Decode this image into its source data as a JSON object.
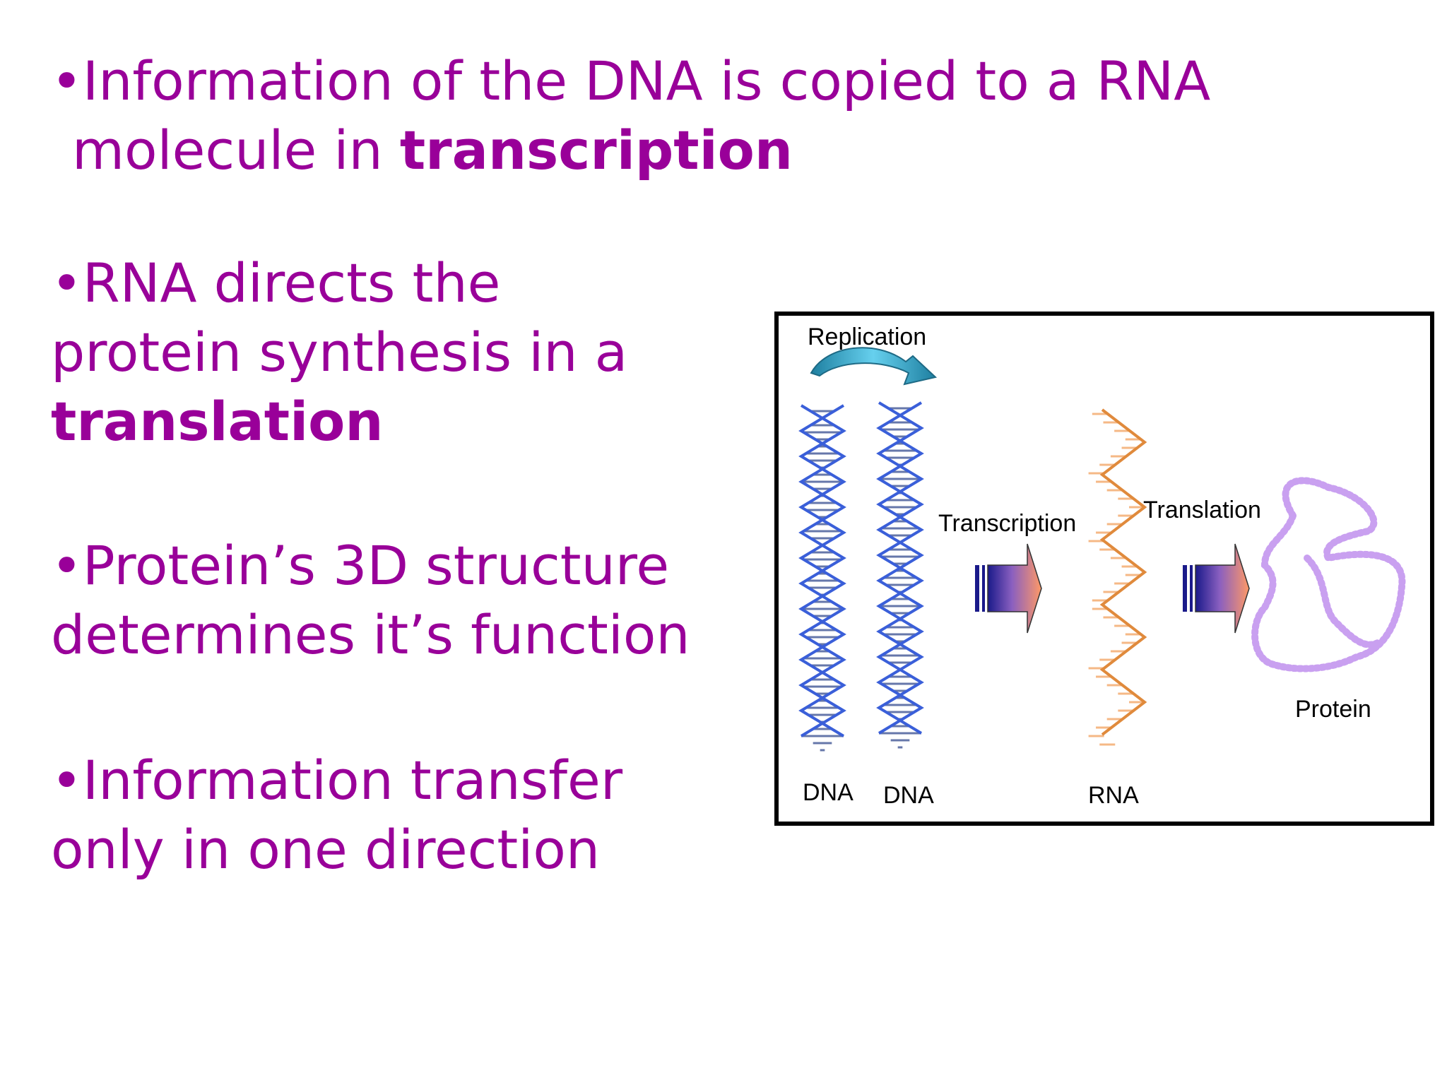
{
  "bullets": [
    {
      "bullet": "•",
      "lines": [
        {
          "text": "Information of the DNA is copied to a RNA",
          "bold": ""
        },
        {
          "text": "molecule in ",
          "bold": "transcription"
        }
      ]
    },
    {
      "bullet": "•",
      "lines": [
        {
          "text": "RNA directs the",
          "bold": ""
        },
        {
          "text": "protein synthesis in a",
          "bold": ""
        },
        {
          "text": "",
          "bold": "translation"
        }
      ]
    },
    {
      "bullet": "•",
      "lines": [
        {
          "text": "Protein’s 3D structure",
          "bold": ""
        },
        {
          "text": "determines it’s function",
          "bold": ""
        }
      ]
    },
    {
      "bullet": "•",
      "lines": [
        {
          "text": "Information transfer",
          "bold": ""
        },
        {
          "text": "only in one direction",
          "bold": ""
        }
      ]
    }
  ],
  "diagram": {
    "replication_label": "Replication",
    "transcription_label": "Transcription",
    "translation_label": "Translation",
    "protein_label": "Protein",
    "dna_label_1": "DNA",
    "dna_label_2": "DNA",
    "rna_label": "RNA"
  },
  "colors": {
    "text": "#990099",
    "dna": "#3a5fd9",
    "rna": "#e08a3c",
    "protein": "#c9a0f0",
    "arrow_start": "#1a1a8a",
    "arrow_end": "#ff9966",
    "replication_arrow": "#33aacc"
  }
}
